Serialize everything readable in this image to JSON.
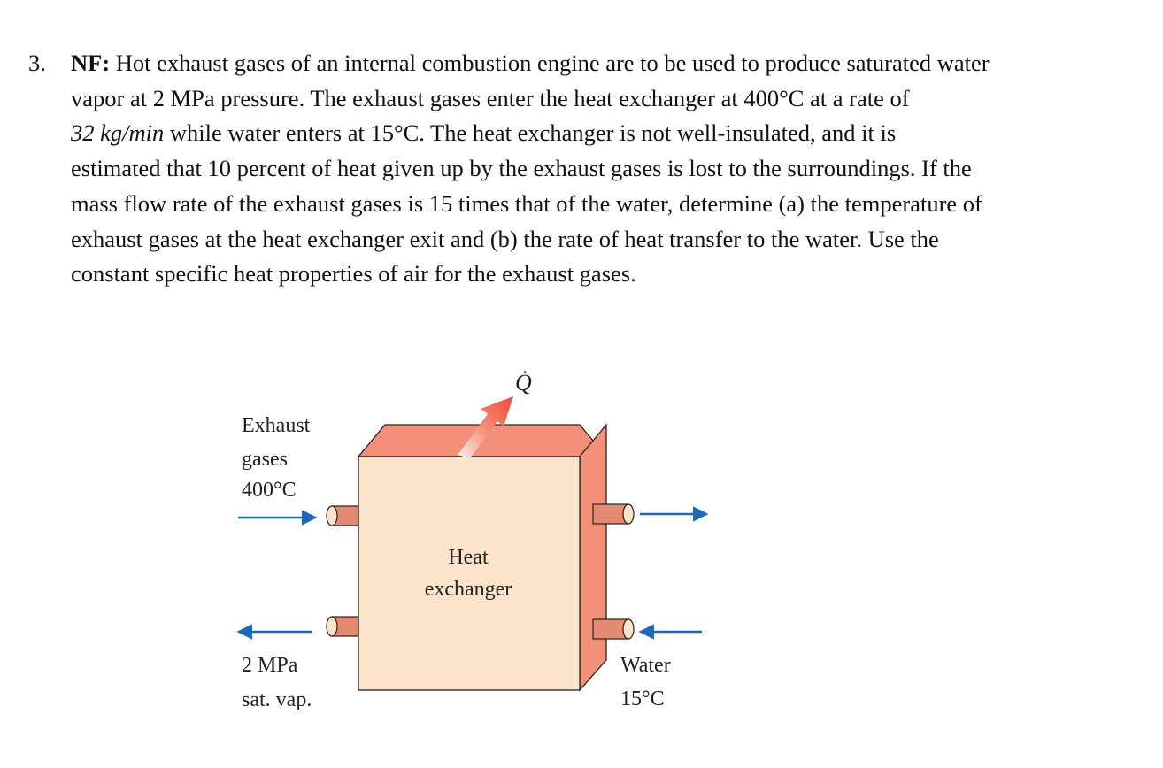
{
  "problem": {
    "number": "3.",
    "tag": "NF:",
    "lines": [
      " Hot exhaust gases of an internal combustion engine are to be used to produce saturated water",
      "vapor at 2 MPa pressure.  The exhaust gases enter the heat exchanger at 400°C at a rate of",
      " while water enters at 15°C.  The heat exchanger is not well-insulated, and it is",
      "estimated that 10 percent of heat given up by the exhaust gases is lost to the surroundings.  If the",
      "mass flow rate of the exhaust gases is 15 times that of the water, determine (a) the temperature of",
      "exhaust gases at the heat exchanger exit and (b) the rate of heat transfer to the water.  Use the",
      "constant specific heat properties of air for the exhaust gases."
    ],
    "rate_math": "32 kg/min"
  },
  "figure": {
    "q_label": "Q̇",
    "exhaust_l1": "Exhaust",
    "exhaust_l2": "gases",
    "exhaust_l3": "400°C",
    "hx_l1": "Heat",
    "hx_l2": "exchanger",
    "out_l1": "2 MPa",
    "out_l2": "sat. vap.",
    "water_l1": "Water",
    "water_l2": "15°C",
    "colors": {
      "box_front": "#fbe3cc",
      "box_side": "#f3907a",
      "arrow_flow": "#1f67b8",
      "arrow_heat": "#ee4b3a"
    }
  }
}
